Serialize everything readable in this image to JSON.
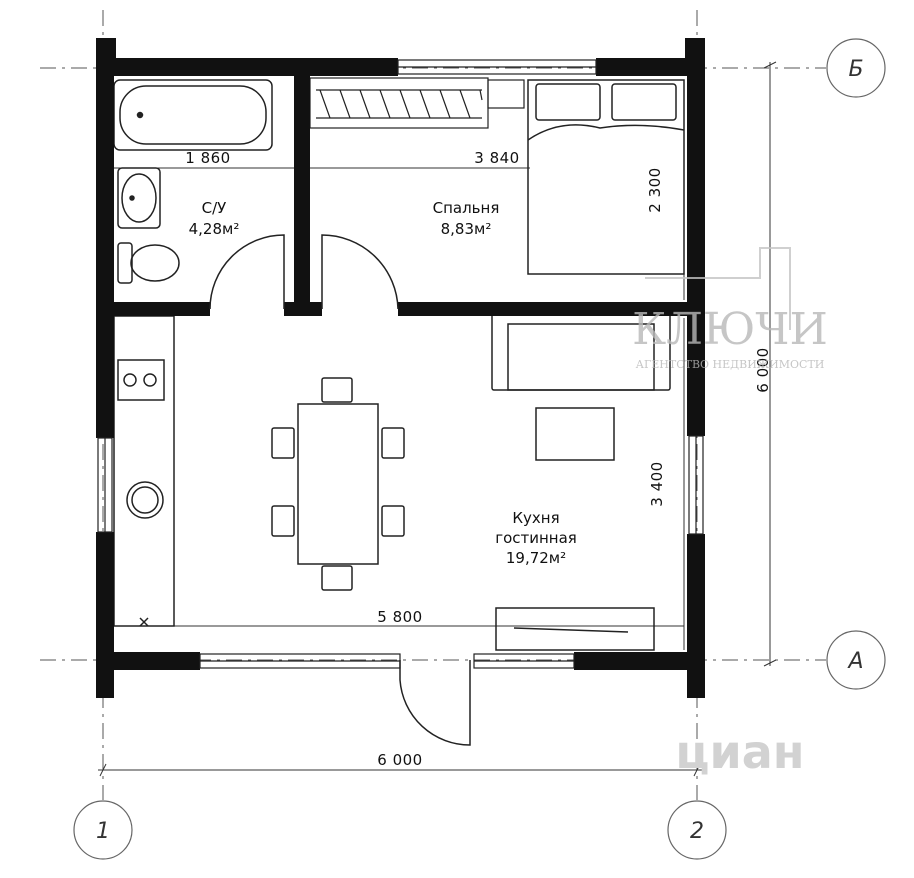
{
  "rooms": {
    "bathroom": {
      "name": "С/У",
      "area": "4,28м²"
    },
    "bedroom": {
      "name": "Спальня",
      "area": "8,83м²"
    },
    "kitchen": {
      "name_line1": "Кухня",
      "name_line2": "гостинная",
      "area": "19,72м²"
    }
  },
  "dimensions": {
    "bath_width": "1 860",
    "bedroom_width": "3 840",
    "bedroom_depth": "2 300",
    "total_depth": "6 000",
    "kitchen_depth": "3 400",
    "kitchen_width": "5 800",
    "total_width": "6 000"
  },
  "axes": {
    "top_right": "Б",
    "bottom_right": "А",
    "left": "1",
    "right": "2"
  },
  "watermarks": {
    "brand": "КЛЮЧИ",
    "brand_sub": "АГЕНТСТВО НЕДВИЖИМОСТИ",
    "site": "циан"
  }
}
